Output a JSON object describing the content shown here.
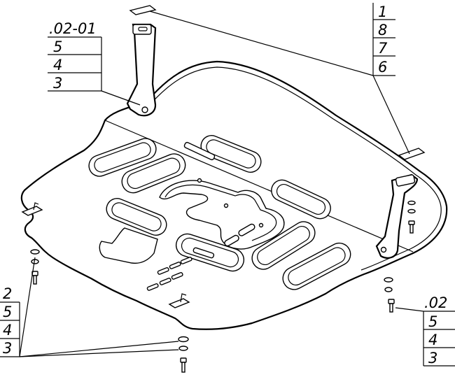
{
  "title": "",
  "callouts": {
    "top_left": {
      "header": ".02-01",
      "rows": [
        "5",
        "4",
        "3"
      ]
    },
    "top_right": {
      "rows": [
        "1",
        "8",
        "7",
        "6"
      ]
    },
    "bottom_left": {
      "rows": [
        "2",
        "5",
        "4",
        "3"
      ]
    },
    "bottom_right": {
      "header": ".02",
      "rows": [
        "5",
        "4",
        "3"
      ]
    }
  },
  "icons": {
    "main_part": "skid-plate-shape",
    "brackets": "bracket-shape",
    "fasteners": "bolt-washer-nut"
  }
}
